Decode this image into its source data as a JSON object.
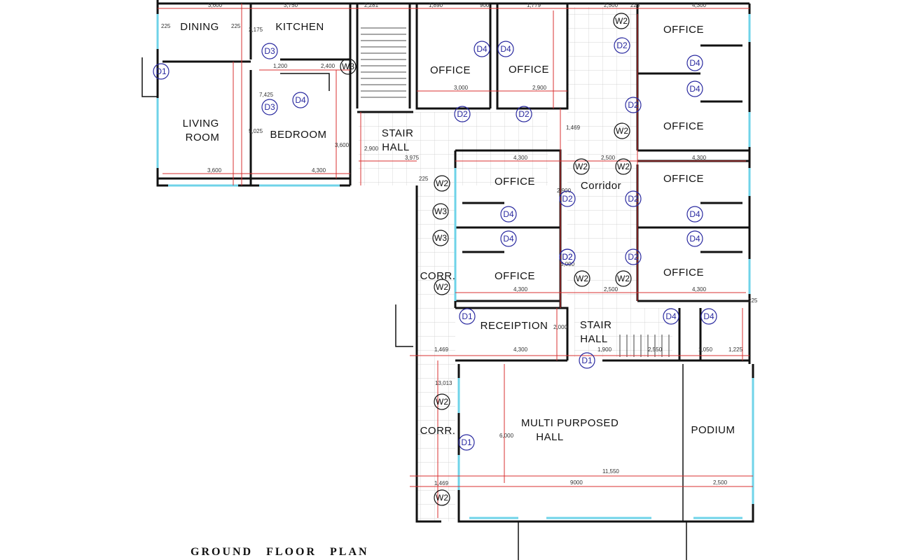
{
  "title": "GROUND FLOOR PLAN",
  "colors": {
    "wall": "#111111",
    "window": "#6fd3e8",
    "dimension": "#d93030",
    "door_tag": "#2a2aa0"
  },
  "rooms": [
    {
      "id": "dining",
      "label": "DINING"
    },
    {
      "id": "kitchen",
      "label": "KITCHEN"
    },
    {
      "id": "living",
      "label": "LIVING\nROOM"
    },
    {
      "id": "bedroom",
      "label": "BEDROOM"
    },
    {
      "id": "stair1",
      "label": "STAIR\nHALL"
    },
    {
      "id": "office1",
      "label": "OFFICE"
    },
    {
      "id": "office2",
      "label": "OFFICE"
    },
    {
      "id": "office3",
      "label": "OFFICE"
    },
    {
      "id": "office4",
      "label": "OFFICE"
    },
    {
      "id": "office5",
      "label": "OFFICE"
    },
    {
      "id": "office6",
      "label": "OFFICE"
    },
    {
      "id": "office7",
      "label": "OFFICE"
    },
    {
      "id": "office8",
      "label": "OFFICE"
    },
    {
      "id": "corridor",
      "label": "Corridor"
    },
    {
      "id": "corr1",
      "label": "CORR."
    },
    {
      "id": "corr2",
      "label": "CORR."
    },
    {
      "id": "reception",
      "label": "RECEIPTION"
    },
    {
      "id": "stair2",
      "label": "STAIR\nHALL"
    },
    {
      "id": "hall",
      "label": "MULTI  PURPOSED\nHALL"
    },
    {
      "id": "podium",
      "label": "PODIUM"
    }
  ],
  "dimensions": [
    "3,600",
    "3,750",
    "2,281",
    "1,890",
    "900",
    "1,779",
    "2,500",
    "4,300",
    "1,200",
    "2,400",
    "3,000",
    "2,900",
    "3,975",
    "4,300",
    "2,500",
    "4,300",
    "4,300",
    "2,500",
    "4,300",
    "1,469",
    "4,300",
    "1,900",
    "2,550",
    "1,050",
    "1,225",
    "11,550",
    "9000",
    "2,500",
    "1,469",
    "6,000",
    "13,013",
    "7,425",
    "5,025",
    "2,175",
    "3,600",
    "2,900",
    "3,600",
    "1,469",
    "2,000",
    "3,000",
    "2,900",
    "4,300",
    "225",
    "225",
    "225",
    "225",
    "225"
  ],
  "tags": [
    {
      "t": "D1"
    },
    {
      "t": "D3"
    },
    {
      "t": "D3"
    },
    {
      "t": "D4"
    },
    {
      "t": "W3"
    },
    {
      "t": "D4"
    },
    {
      "t": "D4"
    },
    {
      "t": "D2"
    },
    {
      "t": "D2"
    },
    {
      "t": "W2"
    },
    {
      "t": "D2"
    },
    {
      "t": "D4"
    },
    {
      "t": "D4"
    },
    {
      "t": "D2"
    },
    {
      "t": "W2"
    },
    {
      "t": "W2"
    },
    {
      "t": "W2"
    },
    {
      "t": "D2"
    },
    {
      "t": "D2"
    },
    {
      "t": "W2"
    },
    {
      "t": "W3"
    },
    {
      "t": "W3"
    },
    {
      "t": "D4"
    },
    {
      "t": "D4"
    },
    {
      "t": "D2"
    },
    {
      "t": "D4"
    },
    {
      "t": "D4"
    },
    {
      "t": "D2"
    },
    {
      "t": "W2"
    },
    {
      "t": "W2"
    },
    {
      "t": "W2"
    },
    {
      "t": "D1"
    },
    {
      "t": "D4"
    },
    {
      "t": "D4"
    },
    {
      "t": "D1"
    },
    {
      "t": "W2"
    },
    {
      "t": "D1"
    },
    {
      "t": "W2"
    },
    {
      "t": "D2"
    }
  ]
}
